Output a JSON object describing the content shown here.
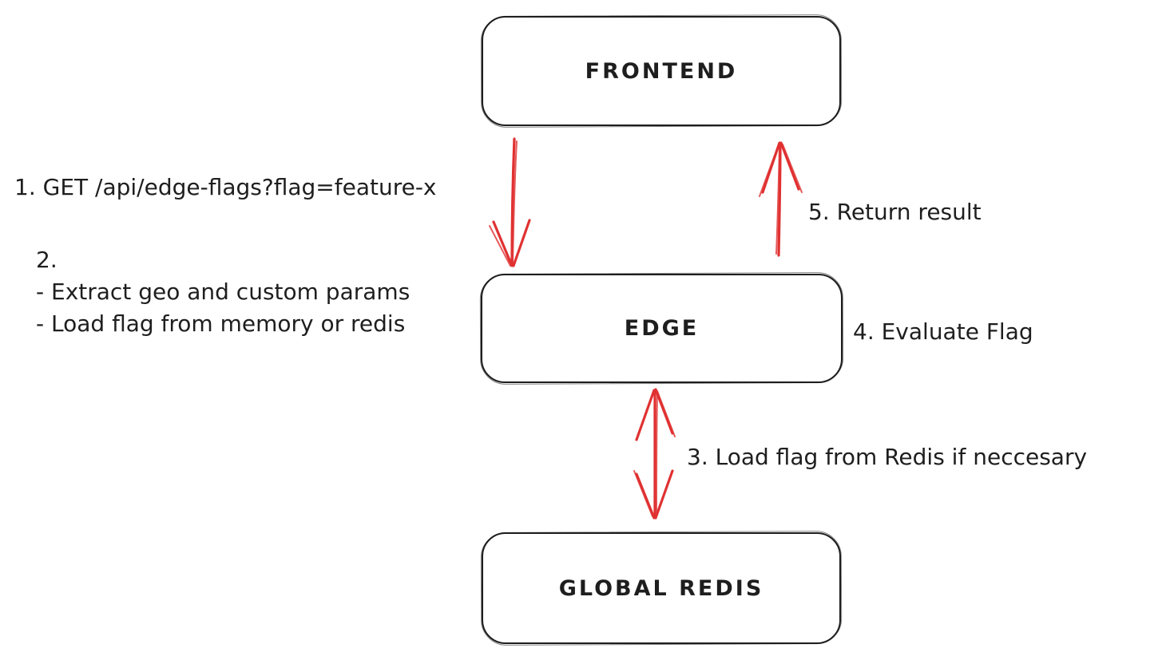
{
  "diagram": {
    "nodes": [
      {
        "id": "frontend",
        "label": "FRONTEND"
      },
      {
        "id": "edge",
        "label": "EDGE"
      },
      {
        "id": "global-redis",
        "label": "GLOBAL REDIS"
      }
    ],
    "annotations": {
      "step1": "1. GET /api/edge-flags?flag=feature-x",
      "step2": {
        "lines": [
          "2.",
          "- Extract geo and custom params",
          "- Load flag from memory or redis"
        ]
      },
      "step3": "3. Load flag from Redis if neccesary",
      "step4": "4. Evaluate Flag",
      "step5": "5. Return result"
    },
    "arrows": [
      {
        "id": "frontend-to-edge",
        "from": "FRONTEND",
        "to": "EDGE",
        "direction": "down"
      },
      {
        "id": "edge-to-frontend",
        "from": "EDGE",
        "to": "FRONTEND",
        "direction": "up"
      },
      {
        "id": "edge-to-global-redis",
        "from": "EDGE",
        "to": "GLOBAL REDIS",
        "direction": "both"
      }
    ],
    "colors": {
      "arrow": "#e03131",
      "ink": "#1e1e1e",
      "background": "#ffffff"
    }
  }
}
